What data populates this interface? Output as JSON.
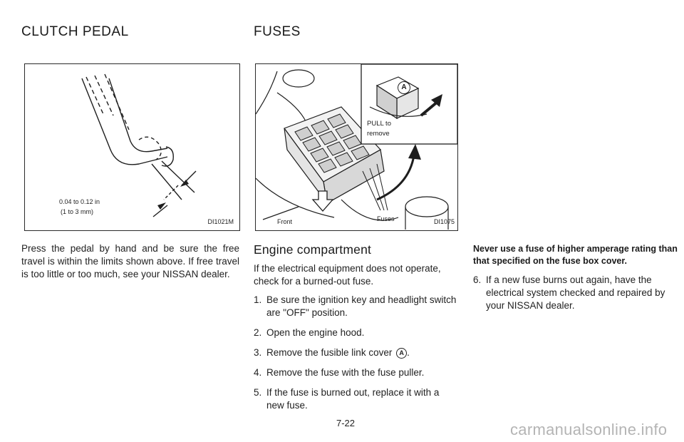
{
  "left_column": {
    "heading": "CLUTCH PEDAL",
    "figure": {
      "measurement_line1": "0.04 to 0.12 in",
      "measurement_line2": "(1 to 3 mm)",
      "figure_code": "DI1021M"
    },
    "paragraph": "Press the pedal by hand and be sure the free travel is within the limits shown above. If free travel is too little or too much, see your NISSAN dealer."
  },
  "center_column": {
    "heading": "FUSES",
    "figure": {
      "inset_marker": "A",
      "inset_label_line1": "PULL to",
      "inset_label_line2": "remove",
      "front_label": "Front",
      "fuses_label": "Fuses",
      "figure_code": "DI1075"
    },
    "section_title": "Engine compartment",
    "intro": "If the electrical equipment does not operate, check for a burned-out fuse.",
    "steps": [
      {
        "num": "1.",
        "text": "Be sure the ignition key and headlight switch are \"OFF\" position."
      },
      {
        "num": "2.",
        "text": "Open the engine hood."
      },
      {
        "num": "3.",
        "text": "Remove the fusible link cover",
        "marker": "A",
        "suffix": "."
      },
      {
        "num": "4.",
        "text": "Remove the fuse with the fuse puller."
      },
      {
        "num": "5.",
        "text": "If the fuse is burned out, replace it with a new fuse."
      }
    ]
  },
  "right_column": {
    "warning": "Never use a fuse of higher amperage rating than that specified on the fuse box cover.",
    "step": {
      "num": "6.",
      "text": "If a new fuse burns out again, have the electrical system checked and repaired by your NISSAN dealer."
    }
  },
  "footer": {
    "page_number": "7-22",
    "watermark": "carmanualsonline.info"
  }
}
